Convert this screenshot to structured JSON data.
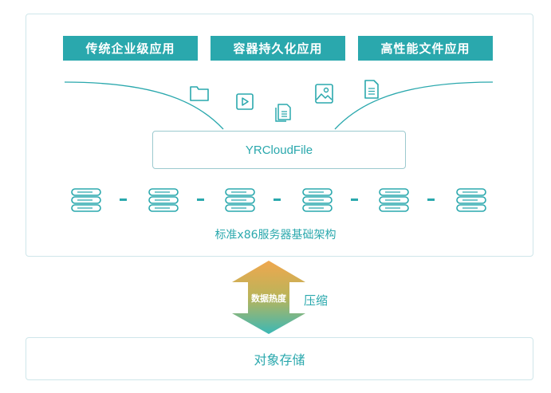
{
  "apps": [
    {
      "label": "传统企业级应用"
    },
    {
      "label": "容器持久化应用"
    },
    {
      "label": "高性能文件应用"
    }
  ],
  "core": {
    "label": "YRCloudFile"
  },
  "servers": {
    "label": "标准x86服务器基础架构",
    "count": 6
  },
  "arrow": {
    "label": "数据热度"
  },
  "compress": {
    "label": "压缩"
  },
  "storage": {
    "label": "对象存储"
  },
  "icons": [
    "folder-icon",
    "video-icon",
    "documents-icon",
    "image-icon",
    "file-icon"
  ],
  "colors": {
    "accent": "#2aa8ad",
    "arrow_top": "#f0a74e",
    "arrow_bottom": "#3bb8b6",
    "border": "#cfe6ea"
  }
}
